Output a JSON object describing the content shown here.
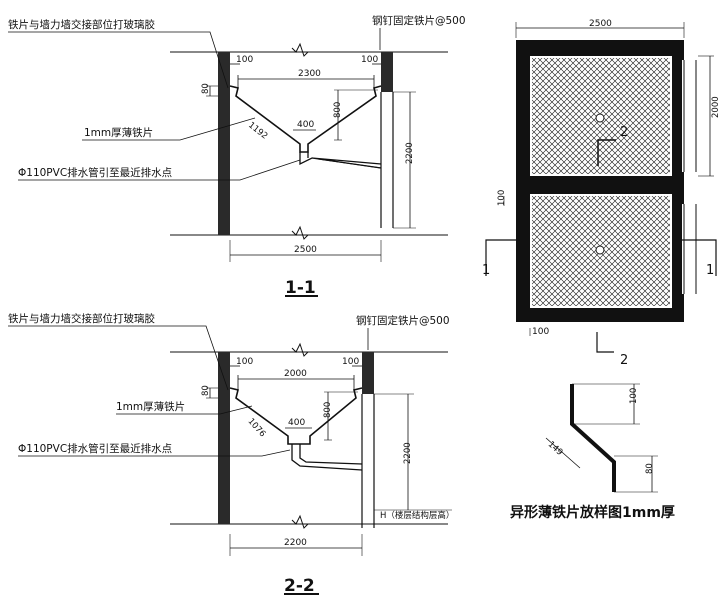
{
  "section_1": {
    "note_joint": "铁片与墙力墙交接部位打玻璃胶",
    "note_nail": "钢钉固定铁片@500",
    "note_sheet": "1mm厚薄铁片",
    "note_pipe": "Φ110PVC排水管引至最近排水点",
    "dim_left_100": "100",
    "dim_right_100": "100",
    "dim_top_width": "2300",
    "dim_80": "80",
    "dim_400": "400",
    "dim_800": "800",
    "dim_slope": "1192",
    "dim_height": "2200",
    "dim_bottom_width": "2500",
    "section_title": "1-1"
  },
  "section_2": {
    "note_joint": "铁片与墙力墙交接部位打玻璃胶",
    "note_nail": "钢钉固定铁片@500",
    "note_sheet": "1mm厚薄铁片",
    "note_pipe": "Φ110PVC排水管引至最近排水点",
    "dim_left_100": "100",
    "dim_right_100": "100",
    "dim_top_width": "2000",
    "dim_80": "80",
    "dim_400": "400",
    "dim_800": "800",
    "dim_slope": "1076",
    "dim_height": "2200",
    "dim_bottom_width": "2200",
    "level_note": "H（楼层结构层高）",
    "section_title": "2-2"
  },
  "plan": {
    "dim_width": "2500",
    "dim_height": "2000",
    "dim_gap": "100",
    "dim_bottom": "100",
    "cut_label_left": "1",
    "cut_label_right": "1",
    "cut_label_top": "2",
    "cut_label_bottom": "2"
  },
  "detail": {
    "dim_top": "100",
    "dim_slope": "149",
    "dim_bottom": "80",
    "caption": "异形薄铁片放样图1mm厚"
  }
}
